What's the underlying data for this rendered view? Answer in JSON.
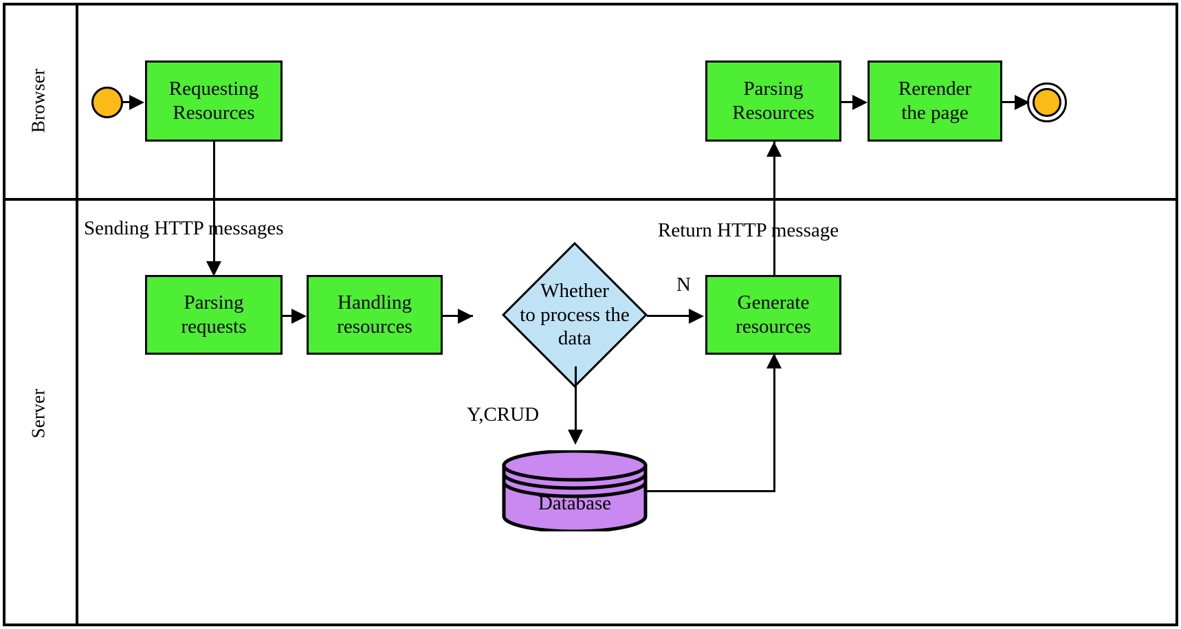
{
  "diagram": {
    "title": "Browser-Server HTTP request flow",
    "type": "bpmn-swimlane-flowchart",
    "colors": {
      "task_fill": "#4DEE33",
      "gateway_fill": "#BFE3F5",
      "event_fill": "#FCBB17",
      "datastore_fill": "#C989F0",
      "stroke": "#000000",
      "background": "#FFFFFF"
    }
  },
  "lanes": [
    {
      "id": "browser",
      "label": "Browser"
    },
    {
      "id": "server",
      "label": "Server"
    }
  ],
  "nodes": {
    "start_event": {
      "name": "start-event",
      "shape": "circle",
      "lane": "browser"
    },
    "requesting_resources": {
      "label_line1": "Requesting",
      "label_line2": "Resources",
      "shape": "task",
      "lane": "browser"
    },
    "parsing_resources": {
      "label_line1": "Parsing",
      "label_line2": "Resources",
      "shape": "task",
      "lane": "browser"
    },
    "rerender_the_page": {
      "label_line1": "Rerender",
      "label_line2": "the page",
      "shape": "task",
      "lane": "browser"
    },
    "end_event": {
      "name": "end-event",
      "shape": "double-circle",
      "lane": "browser"
    },
    "parsing_requests": {
      "label_line1": "Parsing",
      "label_line2": "requests",
      "shape": "task",
      "lane": "server"
    },
    "handling_resources": {
      "label_line1": "Handling",
      "label_line2": "resources",
      "shape": "task",
      "lane": "server"
    },
    "whether_to_process": {
      "label_line1": "Whether",
      "label_line2": "to process the",
      "label_line3": "data",
      "shape": "diamond",
      "lane": "server"
    },
    "generate_resources": {
      "label_line1": "Generate",
      "label_line2": "resources",
      "shape": "task",
      "lane": "server"
    },
    "database": {
      "label": "Database",
      "shape": "cylinder",
      "lane": "server"
    }
  },
  "edge_labels": {
    "sending_http": "Sending HTTP messages",
    "return_http": "Return HTTP message",
    "gateway_no": "N",
    "gateway_yes": "Y,CRUD"
  }
}
